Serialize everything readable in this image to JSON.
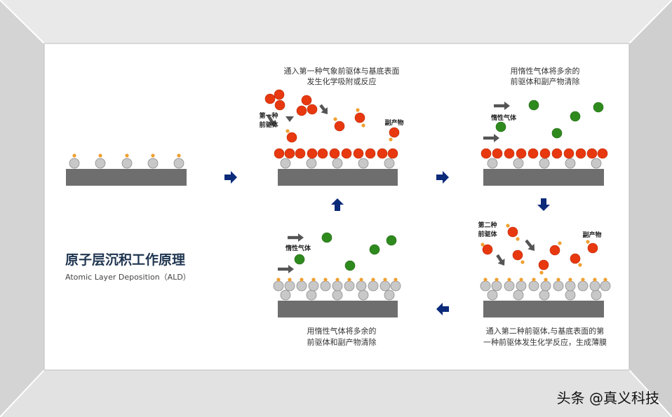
{
  "title": "原子层沉积工作原理",
  "subtitle": "Atomic Layer Deposition（ALD）",
  "watermark": "头条 @真义科技",
  "steps": [
    {
      "caption_line1": "通入第一种气象前驱体与基底表面",
      "caption_line2": "发生化学吸附或反应",
      "precursor_label_1": "第一种",
      "precursor_label_2": "前驱体",
      "byproduct_label": "副产物"
    },
    {
      "caption_line1": "用惰性气体将多余的",
      "caption_line2": "前驱体和副产物清除",
      "gas_label": "惰性气体"
    },
    {
      "caption_line1": "通入第二种前驱体,与基底表面的第",
      "caption_line2": "一种前驱体发生化学反应，生成薄膜",
      "precursor_label_1": "第二种",
      "precursor_label_2": "前驱体",
      "byproduct_label": "副产物"
    },
    {
      "caption_line1": "用惰性气体将多余的",
      "caption_line2": "前驱体和副产物清除",
      "gas_label": "惰性气体"
    }
  ],
  "colors": {
    "substrate": "#6e6e6e",
    "atom": "#c8c8c8",
    "ligand": "#f0a030",
    "precursor": "#e8380f",
    "gas": "#2f8a1e",
    "arrow": "#0b2a7a",
    "motion_arrow": "#555555",
    "title": "#1f3550"
  }
}
